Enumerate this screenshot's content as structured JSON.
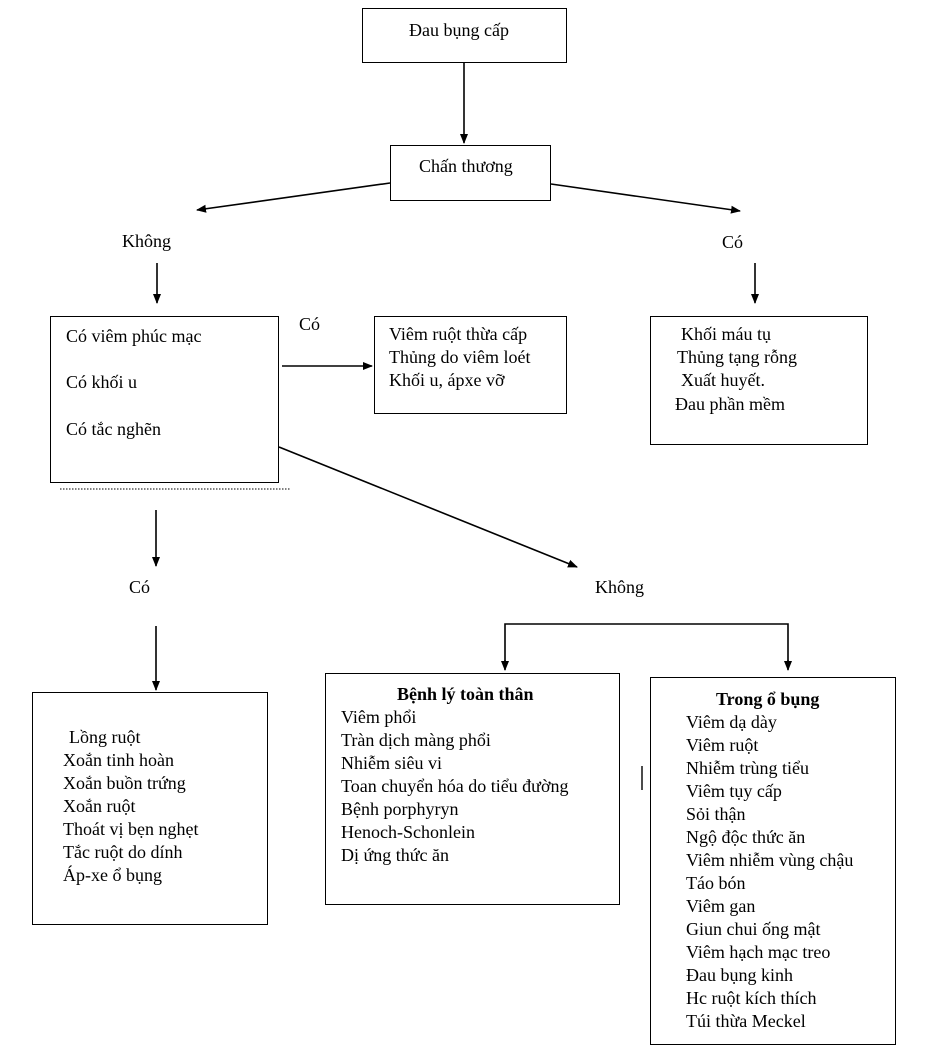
{
  "root": {
    "label": "Đau bụng cấp"
  },
  "trauma": {
    "label": "Chấn thương"
  },
  "branch_left": {
    "label": "Không"
  },
  "branch_right": {
    "label": "Có"
  },
  "peritonitis_box": {
    "lines": [
      "Có viêm phúc mạc",
      "Có khối u",
      "Có tắc nghẽn"
    ]
  },
  "label_peritonitis_yes": "Có",
  "surgical_box": {
    "lines": [
      "Viêm ruột thừa cấp",
      "Thủng do viêm loét",
      "Khối u, ápxe vỡ"
    ]
  },
  "trauma_box": {
    "lines": [
      "Khối máu tụ",
      "Thủng tạng rỗng",
      "Xuất huyết.",
      "Đau phần mềm"
    ]
  },
  "label_yes_lower": "Có",
  "label_no_lower": "Không",
  "obstruction_box": {
    "lines": [
      "Lồng ruột",
      "Xoắn tinh hoàn",
      "Xoắn buồn trứng",
      "Xoắn ruột",
      "Thoát vị bẹn nghẹt",
      "Tắc ruột do dính",
      "Áp-xe ổ bụng"
    ]
  },
  "systemic_box": {
    "title": "Bệnh lý toàn thân",
    "lines": [
      "Viêm phổi",
      "Tràn dịch màng phổi",
      "Nhiễm siêu vi",
      "Toan chuyển hóa  do tiểu đường",
      "Bệnh porphyryn",
      "Henoch-Schonlein",
      "Dị ứng thức ăn"
    ]
  },
  "intra_box": {
    "title": "Trong ổ bụng",
    "lines": [
      "Viêm dạ dày",
      "Viêm  ruột",
      "Nhiễm trùng tiểu",
      "Viêm tụy cấp",
      "Sỏi thận",
      "Ngộ độc thức ăn",
      "Viêm nhiễm vùng chậu",
      "Táo bón",
      "Viêm gan",
      "Giun chui ống mật",
      "Viêm hạch mạc treo",
      "Đau bụng kinh",
      "Hc  ruột kích thích",
      "Túi thừa Meckel"
    ]
  }
}
